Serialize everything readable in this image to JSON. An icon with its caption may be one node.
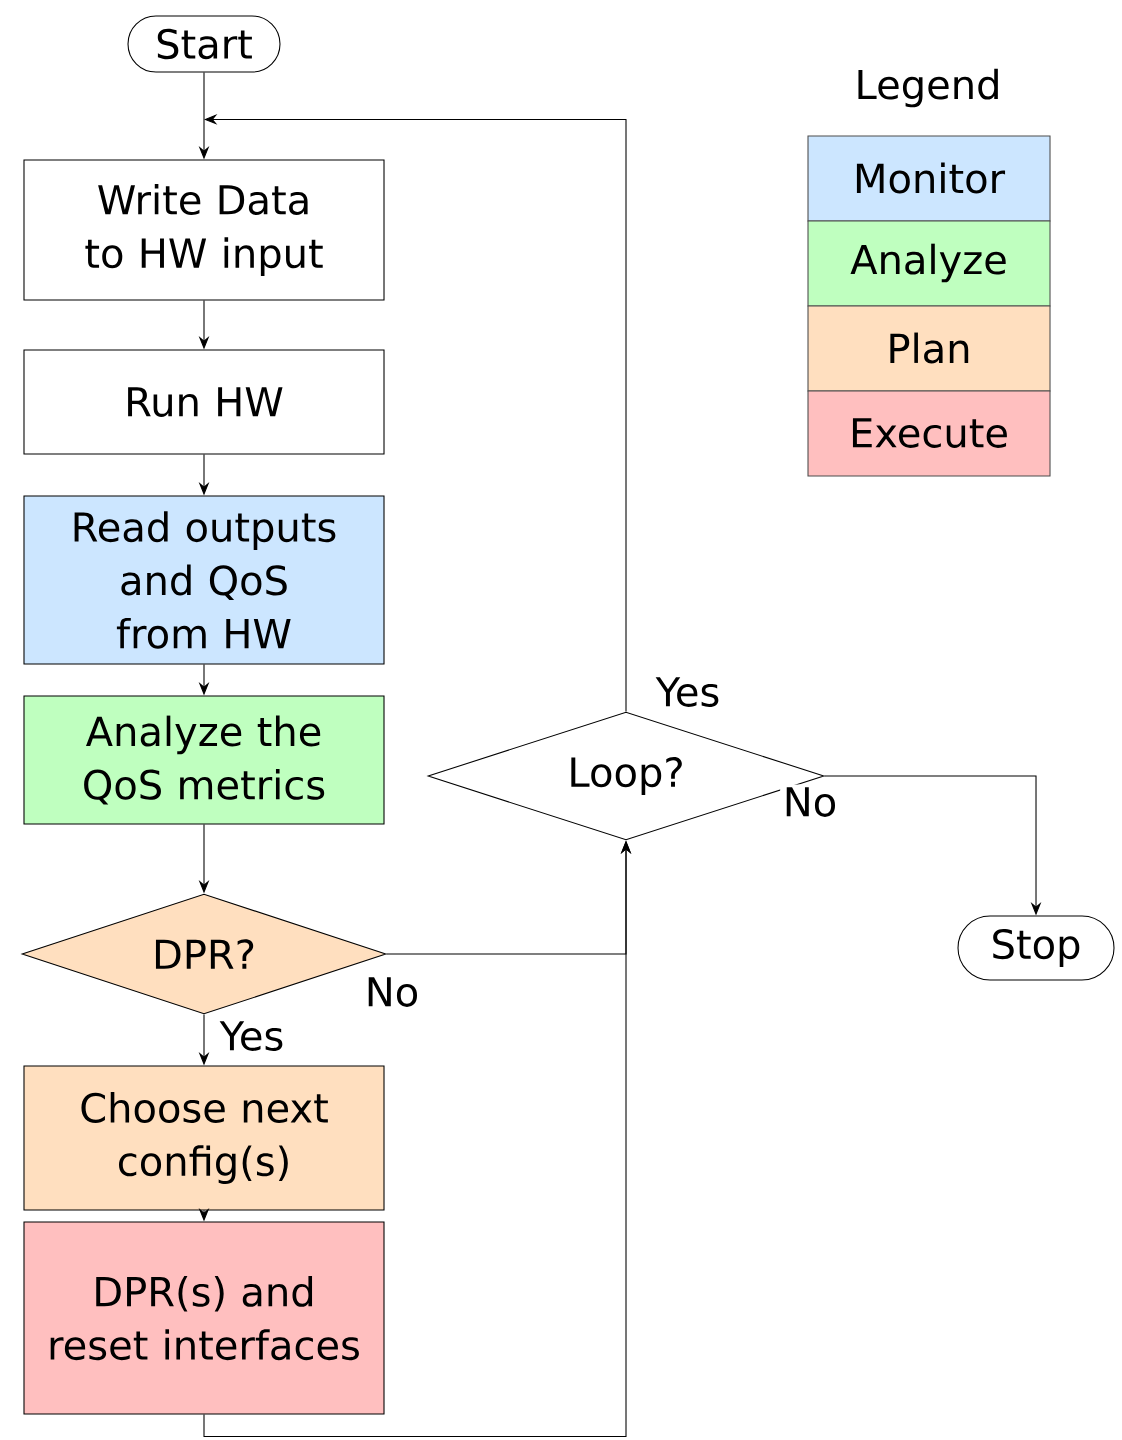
{
  "diagram": {
    "nodes": [
      {
        "text": [
          "Start"
        ]
      },
      {
        "text": [
          "Write Data to HW input"
        ]
      },
      {
        "text": [
          "Run HW"
        ]
      },
      {
        "text": [
          "Read outputs and QoS from HW"
        ]
      },
      {
        "text": [
          "Analyze the QoS metrics"
        ]
      },
      {
        "text": [
          "DPR?"
        ]
      },
      {
        "text": [
          "Choose next config(s)"
        ]
      },
      {
        "text": [
          "DPR(s) and reset interfaces"
        ]
      },
      {
        "text": [
          "Loop?"
        ]
      },
      {
        "text": [
          "Stop"
        ]
      }
    ],
    "edges": [
      {
        "from": 0,
        "to": 1,
        "arrow": "to"
      },
      {
        "from": 1,
        "to": 2,
        "arrow": "to"
      },
      {
        "from": 2,
        "to": 3,
        "arrow": "to"
      },
      {
        "from": 3,
        "to": 4,
        "arrow": "to"
      },
      {
        "from": 4,
        "to": 5,
        "arrow": "to"
      },
      {
        "from": 5,
        "to": 6,
        "arrow": "to",
        "label": "Yes"
      },
      {
        "from": 6,
        "to": 7,
        "arrow": "to"
      },
      {
        "from": 5,
        "to": 8,
        "arrow": "to",
        "label": "No"
      },
      {
        "from": 7,
        "to": 8,
        "arrow": "to"
      },
      {
        "from": 8,
        "to": 1,
        "arrow": "to",
        "label": "Yes"
      },
      {
        "from": 8,
        "to": 9,
        "arrow": "to",
        "label": "No"
      }
    ],
    "labels": [
      "Legend"
    ],
    "legend": [
      {
        "text": "Monitor",
        "color": "#cce6ff"
      },
      {
        "text": "Analyze",
        "color": "#bfffbf"
      },
      {
        "text": "Plan",
        "color": "#ffdfbf"
      },
      {
        "text": "Execute",
        "color": "#ffbfbf"
      }
    ]
  }
}
